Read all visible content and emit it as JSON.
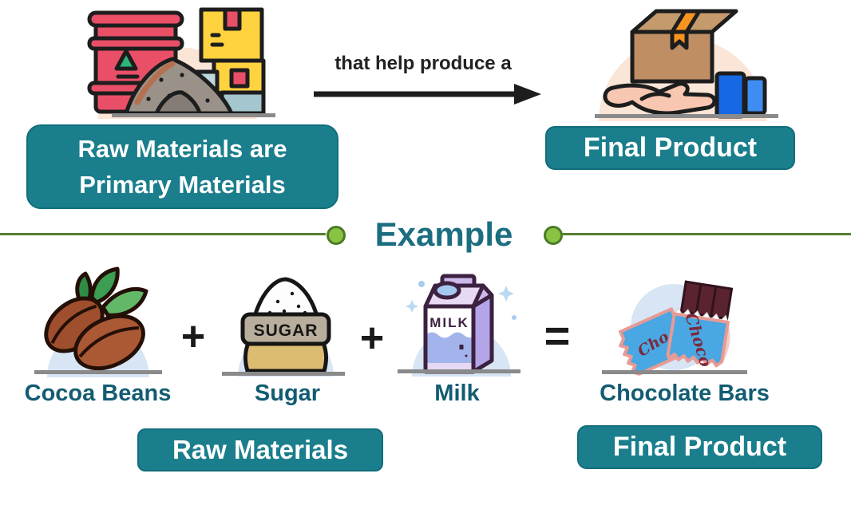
{
  "colors": {
    "badge_teal": "#1a7e8c",
    "label_teal": "#135c72",
    "example_title_teal": "#1b6e80",
    "divider_green": "#55812d",
    "dot_green": "#8ac341",
    "arrow_black": "#1d1d1d",
    "peach_backdrop": "#fae5d7",
    "blue_backdrop": "#d7e5f5"
  },
  "intro": {
    "raw_label_line1": "Raw Materials are",
    "raw_label_line2": "Primary Materials",
    "arrow_text": "that help produce a",
    "final_label": "Final Product"
  },
  "divider": {
    "title": "Example"
  },
  "example": {
    "items": [
      {
        "label": "Cocoa Beans"
      },
      {
        "label": "Sugar"
      },
      {
        "label": "Milk"
      },
      {
        "label": "Chocolate Bars"
      }
    ],
    "plus_operator": "+",
    "equals_operator": "=",
    "raw_badge_label": "Raw Materials",
    "final_badge_label": "Final Product"
  },
  "illustration_text": {
    "sugar_bag": "SUGAR",
    "milk_carton": "MILK",
    "choco_wrapper_front": "Choco",
    "choco_wrapper_back": "Cho"
  }
}
